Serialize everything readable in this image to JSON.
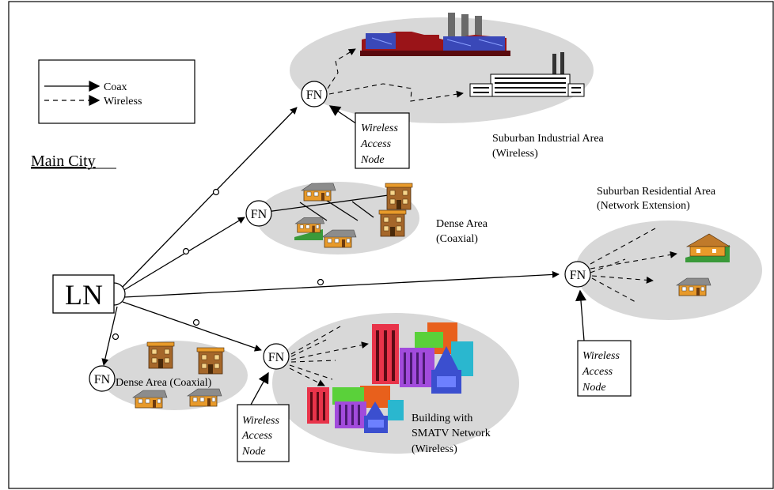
{
  "legend": {
    "coax_label": "Coax",
    "wireless_label": "Wireless"
  },
  "city_label": "Main City",
  "ln_label": "LN",
  "fn_label": "FN",
  "wan_lines": [
    "Wireless",
    "Access",
    "Node"
  ],
  "areas": {
    "industrial": [
      "Suburban Industrial Area",
      "(Wireless)"
    ],
    "dense_upper": [
      "Dense Area",
      "(Coaxial)"
    ],
    "residential": [
      "Suburban Residential Area",
      "(Network Extension)"
    ],
    "dense_lower": "Dense Area (Coaxial)",
    "smatv": [
      "Building with",
      "SMATV Network",
      "(Wireless)"
    ]
  },
  "colors": {
    "area_fill": "#d8d8d8",
    "factory_roof": "#9a1418",
    "factory_glass": "#3a48b8",
    "house_orange": "#e89a2a",
    "house_brown": "#a5672a",
    "grass": "#3a9a3a",
    "bldg_red": "#e8344a",
    "bldg_purple": "#a24bdc",
    "bldg_cyan": "#2ab7cf",
    "bldg_orange": "#e8601c",
    "bldg_green": "#5ad13a",
    "bldg_blue": "#3b4fcf"
  }
}
